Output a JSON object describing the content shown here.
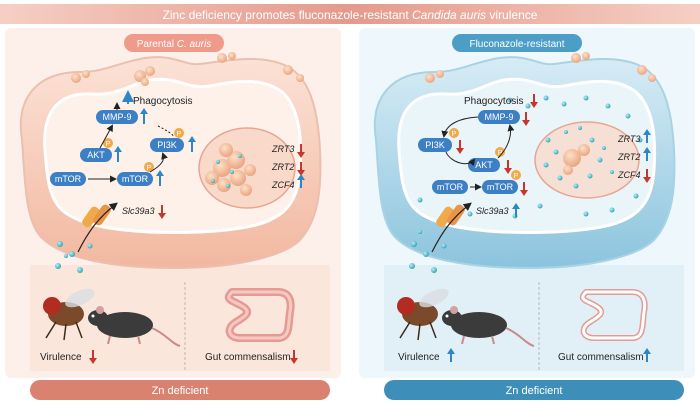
{
  "title_prefix": "Zinc deficiency promotes fluconazole-resistant ",
  "title_italic": "Candida auris",
  "title_suffix": " virulence",
  "left": {
    "header_prefix": "Parental ",
    "header_italic": "C. auris",
    "phagocytosis": "Phagocytosis",
    "mmp9": "MMP-9",
    "akt": "AKT",
    "pi3k": "PI3K",
    "mtor_a": "mTOR",
    "mtor_b": "mTOR",
    "p": "P",
    "genes": [
      "ZRT3",
      "ZRT2",
      "ZCF4"
    ],
    "slc": "Slc39a3",
    "virulence": "Virulence",
    "gut": "Gut commensalism",
    "footer": "Zn deficient"
  },
  "right": {
    "header": "Fluconazole-resistant",
    "phagocytosis": "Phagocytosis",
    "mmp9": "MMP-9",
    "akt": "AKT",
    "pi3k": "PI3K",
    "mtor_a": "mTOR",
    "mtor_b": "mTOR",
    "p": "P",
    "genes": [
      "ZRT3",
      "ZRT2",
      "ZCF4"
    ],
    "slc": "Slc39a3",
    "virulence": "Virulence",
    "gut": "Gut commensalism",
    "footer": "Zn deficient"
  },
  "colors": {
    "up": "#2f86c7",
    "down": "#c8362b",
    "left_header": "#ef9a8a",
    "right_header": "#4d9ec7",
    "left_footer": "#d9826f",
    "right_footer": "#3d8fba",
    "title_bar": "#e9a598"
  }
}
